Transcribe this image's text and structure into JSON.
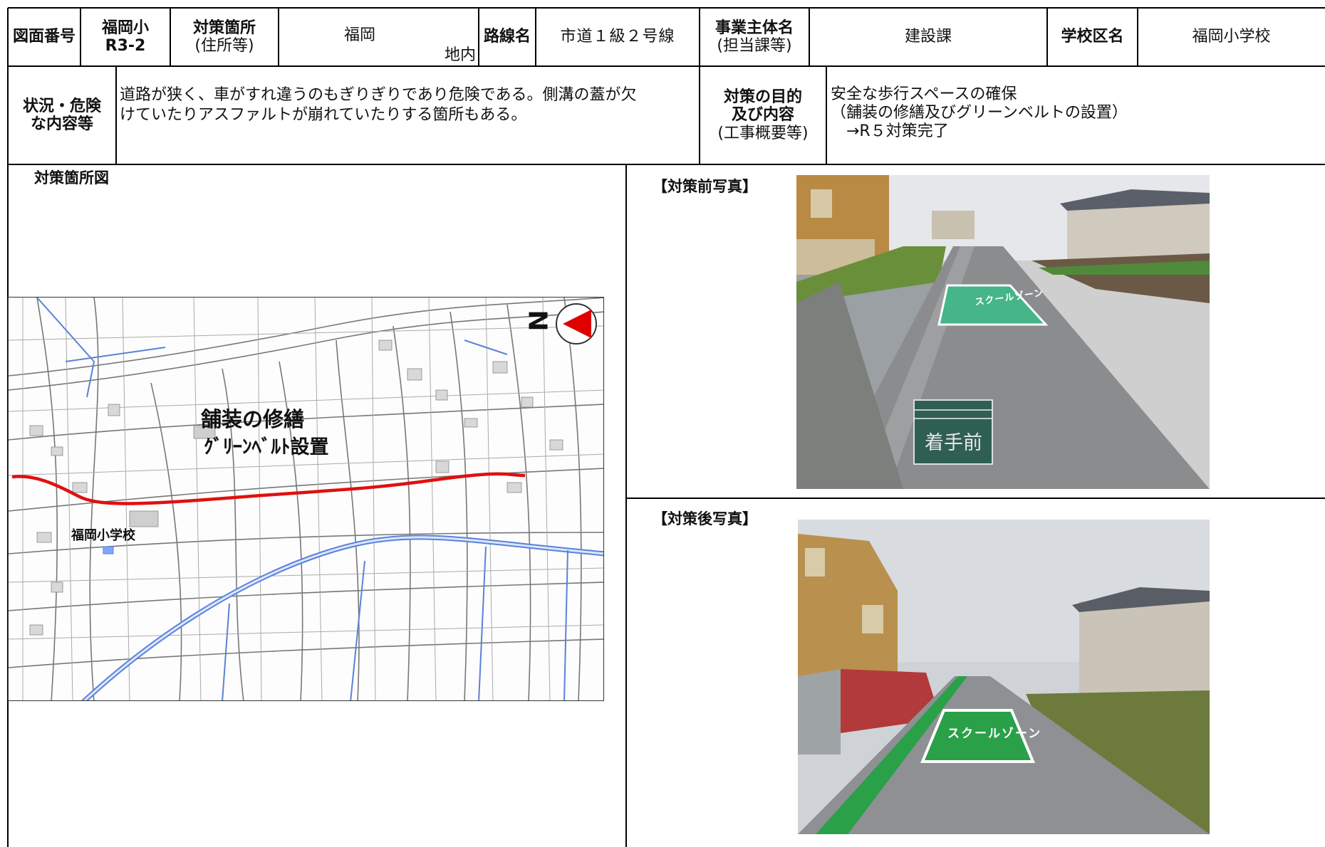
{
  "header": {
    "drawing_no_label": "図面番号",
    "drawing_no_value": "福岡小\nR3-2",
    "location_label_main": "対策箇所",
    "location_label_sub": "(住所等)",
    "location_value": "福岡",
    "location_suffix": "地内",
    "route_label": "路線名",
    "route_value": "市道１級２号線",
    "agency_label_main": "事業主体名",
    "agency_label_sub": "(担当課等)",
    "agency_value": "建設課",
    "school_label": "学校区名",
    "school_value": "福岡小学校"
  },
  "details": {
    "situation_label": "状況・危険\nな内容等",
    "situation_text": "道路が狭く、車がすれ違うのもぎりぎりであり危険である。側溝の蓋が欠\nけていたりアスファルトが崩れていたりする箇所もある。",
    "purpose_label_main": "対策の目的\n及び内容",
    "purpose_label_sub": "(工事概要等)",
    "purpose_text": "安全な歩行スペースの確保\n（舗装の修繕及びグリーンベルトの設置）\n　→R５対策完了"
  },
  "map": {
    "title": "対策箇所図",
    "annotation_1": "舗装の修繕",
    "annotation_2": "ｸﾞﾘｰﾝﾍﾞﾙﾄ設置",
    "school_label": "福岡小学校",
    "north_letter": "N"
  },
  "photos": {
    "before_label": "【対策前写真】",
    "after_label": "【対策後写真】",
    "before_road_marking": "スクールゾーン",
    "sign_text": "着手前",
    "after_road_marking": "スクールゾーン"
  },
  "colors": {
    "border": "#000000",
    "route_line": "#e01010",
    "river": "#5a82d8",
    "green_belt": "#2aa048",
    "north_arrow": "#e00000"
  }
}
